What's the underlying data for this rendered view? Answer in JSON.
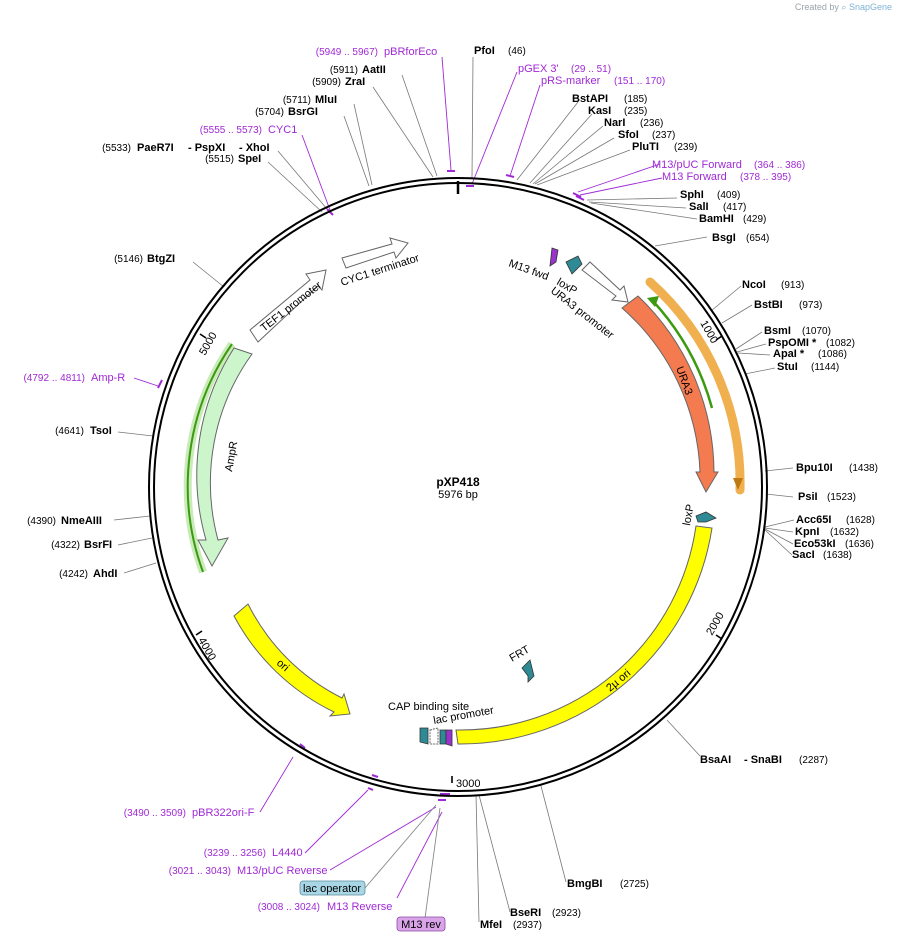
{
  "credit": {
    "prefix": "Created by",
    "brand": "SnapGene"
  },
  "plasmid": {
    "name": "pXP418",
    "size_label": "5976 bp"
  },
  "ruler": [
    "1000",
    "2000",
    "3000",
    "4000",
    "5000"
  ],
  "enzymes": [
    {
      "name": "PfoI",
      "pos": "(46)"
    },
    {
      "name": "AatII",
      "pos": "(5911)"
    },
    {
      "name": "ZraI",
      "pos": "(5909)"
    },
    {
      "name": "MluI",
      "pos": "(5711)"
    },
    {
      "name": "BsrGI",
      "pos": "(5704)"
    },
    {
      "name": "PaeR7I",
      "pos": "(5533)",
      "extra": [
        "- PspXI",
        "- XhoI"
      ]
    },
    {
      "name": "SpeI",
      "pos": "(5515)"
    },
    {
      "name": "BstAPI",
      "pos": "(185)"
    },
    {
      "name": "KasI",
      "pos": "(235)"
    },
    {
      "name": "NarI",
      "pos": "(236)"
    },
    {
      "name": "SfoI",
      "pos": "(237)"
    },
    {
      "name": "PluTI",
      "pos": "(239)"
    },
    {
      "name": "SphI",
      "pos": "(409)"
    },
    {
      "name": "SalI",
      "pos": "(417)"
    },
    {
      "name": "BamHI",
      "pos": "(429)"
    },
    {
      "name": "BsgI",
      "pos": "(654)"
    },
    {
      "name": "BtgZI",
      "pos": "(5146)"
    },
    {
      "name": "NcoI",
      "pos": "(913)"
    },
    {
      "name": "BstBI",
      "pos": "(973)"
    },
    {
      "name": "BsmI",
      "pos": "(1070)"
    },
    {
      "name": "PspOMI *",
      "pos": "(1082)"
    },
    {
      "name": "ApaI *",
      "pos": "(1086)"
    },
    {
      "name": "StuI",
      "pos": "(1144)"
    },
    {
      "name": "TsoI",
      "pos": "(4641)"
    },
    {
      "name": "Bpu10I",
      "pos": "(1438)"
    },
    {
      "name": "PsiI",
      "pos": "(1523)"
    },
    {
      "name": "NmeAIII",
      "pos": "(4390)"
    },
    {
      "name": "Acc65I",
      "pos": "(1628)"
    },
    {
      "name": "KpnI",
      "pos": "(1632)"
    },
    {
      "name": "Eco53kI",
      "pos": "(1636)"
    },
    {
      "name": "SacI",
      "pos": "(1638)"
    },
    {
      "name": "BsrFI",
      "pos": "(4322)"
    },
    {
      "name": "AhdI",
      "pos": "(4242)"
    },
    {
      "name": "BsaAI",
      "pos": "(2287)",
      "extra": [
        "- SnaBI"
      ]
    },
    {
      "name": "BmgBI",
      "pos": "(2725)"
    },
    {
      "name": "BseRI",
      "pos": "(2923)"
    },
    {
      "name": "MfeI",
      "pos": "(2937)"
    }
  ],
  "primers": [
    {
      "name": "pBRforEco",
      "pos": "(5949 .. 5967)"
    },
    {
      "name": "pGEX 3'",
      "pos": "(29 .. 51)"
    },
    {
      "name": "pRS-marker",
      "pos": "(151 .. 170)"
    },
    {
      "name": "CYC1",
      "pos": "(5555 .. 5573)"
    },
    {
      "name": "M13/pUC Forward",
      "pos": "(364 .. 386)"
    },
    {
      "name": "M13 Forward",
      "pos": "(378 .. 395)"
    },
    {
      "name": "Amp-R",
      "pos": "(4792 .. 4811)"
    },
    {
      "name": "pBR322ori-F",
      "pos": "(3490 .. 3509)"
    },
    {
      "name": "L4440",
      "pos": "(3239 .. 3256)"
    },
    {
      "name": "M13/pUC Reverse",
      "pos": "(3021 .. 3043)"
    },
    {
      "name": "M13 Reverse",
      "pos": "(3008 .. 3024)"
    }
  ],
  "boxed_labels": {
    "lac_operator": "lac operator",
    "m13_rev": "M13 rev"
  },
  "features": [
    {
      "name": "CYC1 terminator",
      "color": "#ffffff"
    },
    {
      "name": "TEF1 promoter",
      "color": "#ffffff"
    },
    {
      "name": "AmpR",
      "color": "#ccf5cc"
    },
    {
      "name": "M13 fwd",
      "color": "#9933cc"
    },
    {
      "name": "loxP",
      "color": "#2e8a94"
    },
    {
      "name": "URA3 promoter",
      "color": "#ffffff"
    },
    {
      "name": "URA3",
      "color": "#f47a4f"
    },
    {
      "name": "loxP",
      "color": "#2e8a94"
    },
    {
      "name": "2µ ori",
      "color": "#ffff00"
    },
    {
      "name": "FRT",
      "color": "#2e8a94"
    },
    {
      "name": "ori",
      "color": "#ffff00"
    },
    {
      "name": "CAP binding site",
      "color": "#2e8a94"
    },
    {
      "name": "lac promoter",
      "color": "#ffffff"
    }
  ],
  "colors": {
    "primer": "#a029d6",
    "backbone": "#000000",
    "leader": "#777777",
    "orf_outline": "#f0b050",
    "orf_arrow": "#3c9a10"
  }
}
